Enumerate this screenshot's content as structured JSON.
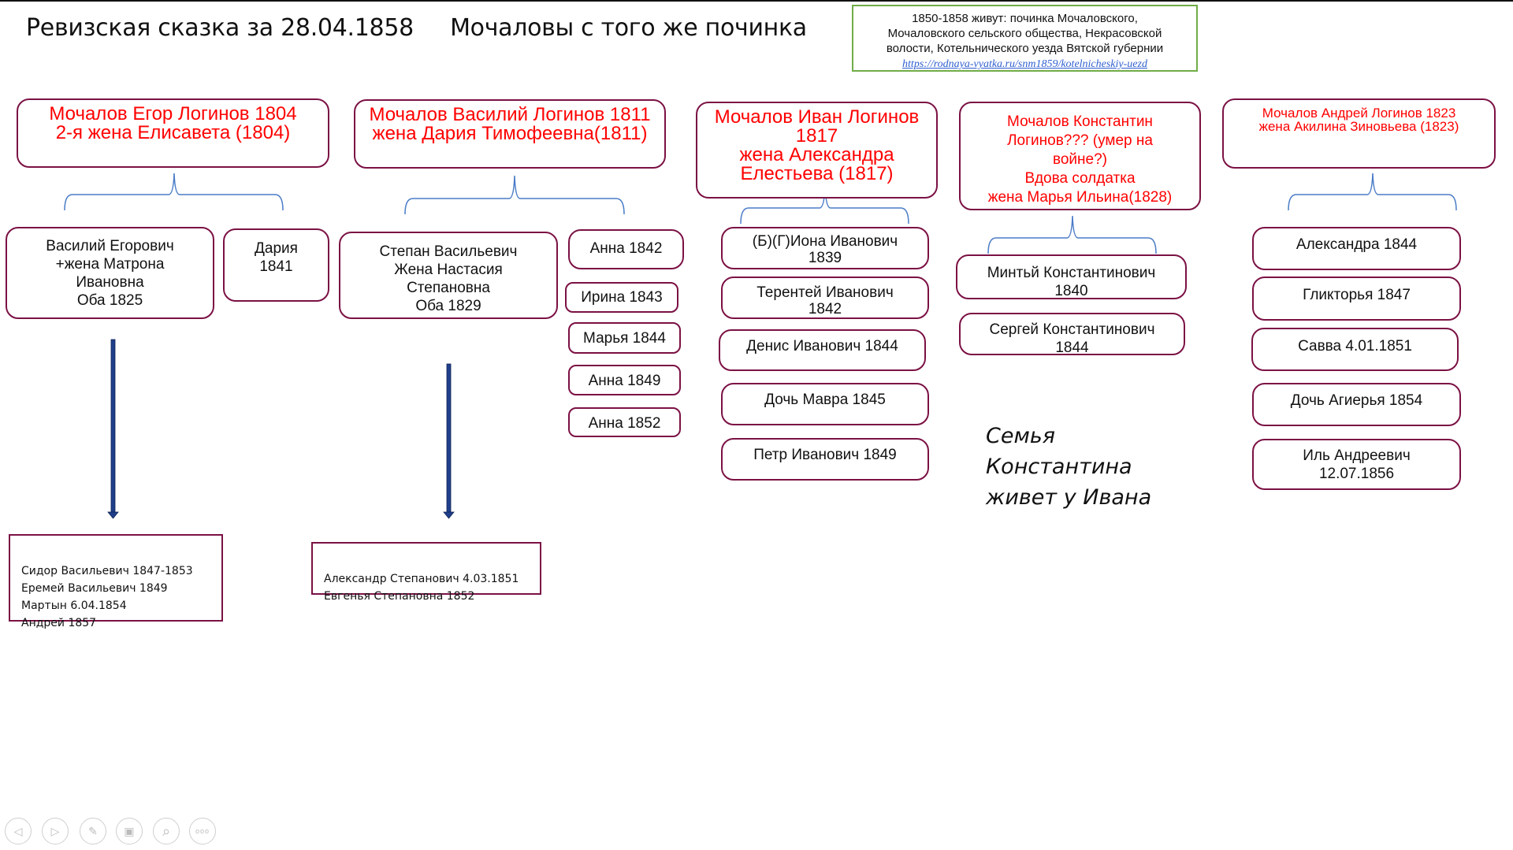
{
  "slide": {
    "title": "Ревизская сказка за 28.04.1858     Мочаловы с того же починка",
    "info_box": {
      "lines": [
        "1850-1858 живут: починка Мочаловского,",
        "Мочаловского сельского общества, Некрасовской",
        "волости, Котельнического уезда Вятской губернии"
      ],
      "link": "https://rodnaya-vyatka.ru/snm1859/kotelnicheskiy-uezd"
    },
    "families": [
      {
        "head": "Мочалов Егор Логинов 1804\n2-я жена Елисавета (1804)",
        "children": [
          "Василий Егорович\n+жена Матрона\nИвановна\nОба 1825",
          "Дария\n1841"
        ],
        "descendants": "Сидор Васильевич 1847-1853\nЕремей Васильевич 1849\nМартын 6.04.1854\nАндрей 1857"
      },
      {
        "head": "Мочалов Василий Логинов 1811\nжена Дария Тимофеевна(1811)",
        "children": [
          "Степан Васильевич\nЖена Настасия\nСтепановна\nОба 1829",
          "Анна 1842",
          "Ирина 1843",
          "Марья 1844",
          "Анна 1849",
          "Анна 1852"
        ],
        "descendants": "Александр Степанович 4.03.1851\nЕвгенья Степановна 1852"
      },
      {
        "head": "Мочалов Иван Логинов\n1817\nжена Александра\nЕлестьева (1817)",
        "children": [
          "(Б)(Г)Иона Иванович\n1839",
          "Терентей Иванович\n1842",
          "Денис Иванович 1844",
          "Дочь Мавра 1845",
          "Петр Иванович 1849"
        ]
      },
      {
        "head": "Мочалов Константин\nЛогинов??? (умер на\nвойне?)\nВдова солдатка\nжена Марья Ильина(1828)",
        "children": [
          "Минтьй Константинович\n1840",
          "Сергей Константинович\n1844"
        ],
        "note": "Семья\nКонстантина\nживет у Ивана"
      },
      {
        "head": "Мочалов Андрей Логинов 1823\nжена Акилина Зиновьева (1823)",
        "children": [
          "Александра 1844",
          "Гликторья 1847",
          "Савва 4.01.1851",
          "Дочь Агиерья 1854",
          "Иль Андреевич\n12.07.1856"
        ]
      }
    ],
    "colors": {
      "box_border": "#7b1144",
      "head_text": "#ff0000",
      "brace": "#4a7cc7",
      "arrow": "#1f3f8a",
      "info_border": "#70ad47"
    }
  },
  "toolbar": {
    "prev": "◁",
    "next": "▷",
    "pen": "✎",
    "slides": "▣",
    "zoom": "⌕",
    "more": "ооо"
  }
}
